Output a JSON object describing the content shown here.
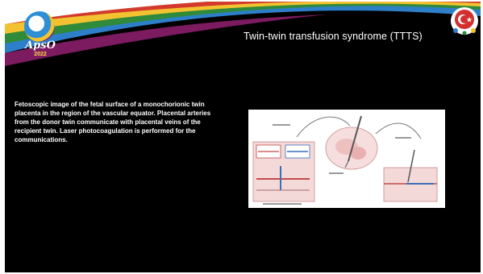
{
  "slide": {
    "title": "Twin-twin transfusion syndrome (TTTS)",
    "body": "Fetoscopic image of the fetal surface of a monochorionic twin placenta in the region of the vascular equator. Placental arteries from the donor twin communicate with placental veins of the recipient twin. Laser photocoagulation is performed for the communications.",
    "logo_text": "ApsO",
    "logo_year": "2022"
  },
  "colors": {
    "background": "#000000",
    "text": "#ffffff",
    "swoosh_green": "#2f8a3a",
    "swoosh_yellow": "#f2c230",
    "swoosh_red": "#d33a2c",
    "swoosh_blue": "#2e7fc9"
  },
  "icons": {
    "logo": "apso-logo-icon",
    "corner": "turkey-flag-icon"
  }
}
